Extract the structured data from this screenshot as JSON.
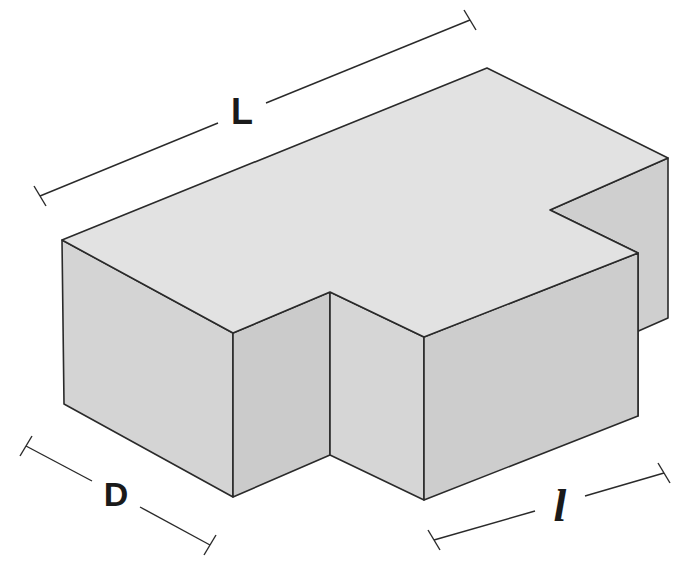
{
  "diagram": {
    "labels": [
      "L",
      "D",
      "l"
    ]
  }
}
